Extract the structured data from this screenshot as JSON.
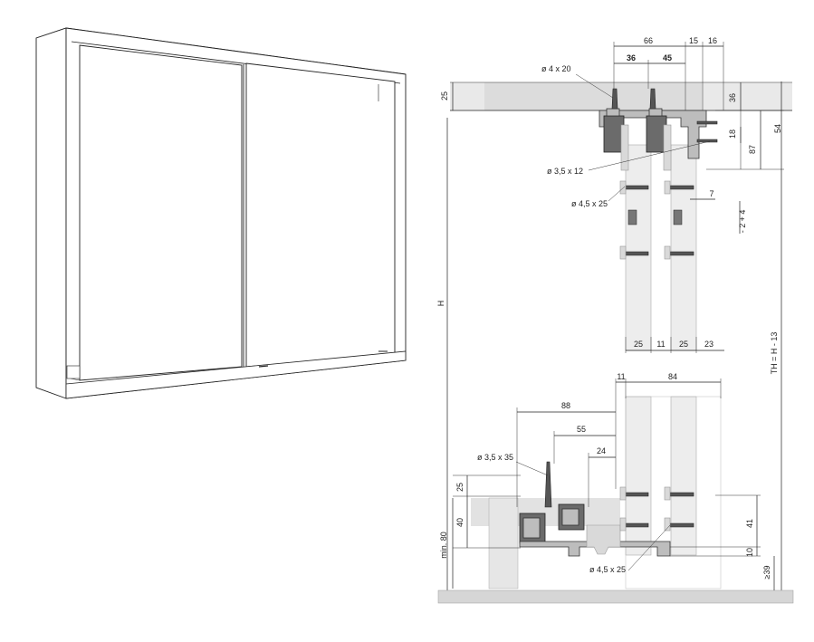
{
  "labels": {
    "screw_top": "ø 4 x 20",
    "screw_mid": "ø 3,5 x 12",
    "screw_door": "ø 4,5 x 25",
    "screw_bottom_guide": "ø 3,5 x 35",
    "screw_bottom": "ø 4,5 x 25",
    "height": "H",
    "track_height": "TH = H - 13",
    "min_80": "min. 80",
    "adjust_plus": "+ 4",
    "adjust_minus": "- 2"
  },
  "top_dims": {
    "d66": "66",
    "d15": "15",
    "d16": "16",
    "d36h": "36",
    "d45": "45",
    "d25_left": "25",
    "d36v": "36",
    "d54": "54",
    "d18": "18",
    "d87": "87",
    "d7": "7",
    "d25a": "25",
    "d11a": "11",
    "d25b": "25",
    "d23": "23"
  },
  "bottom_dims": {
    "d11": "11",
    "d84": "84",
    "d88": "88",
    "d55": "55",
    "d24": "24",
    "d25": "25",
    "d40": "40",
    "d41": "41",
    "d10": "10",
    "d39": "≥39"
  }
}
